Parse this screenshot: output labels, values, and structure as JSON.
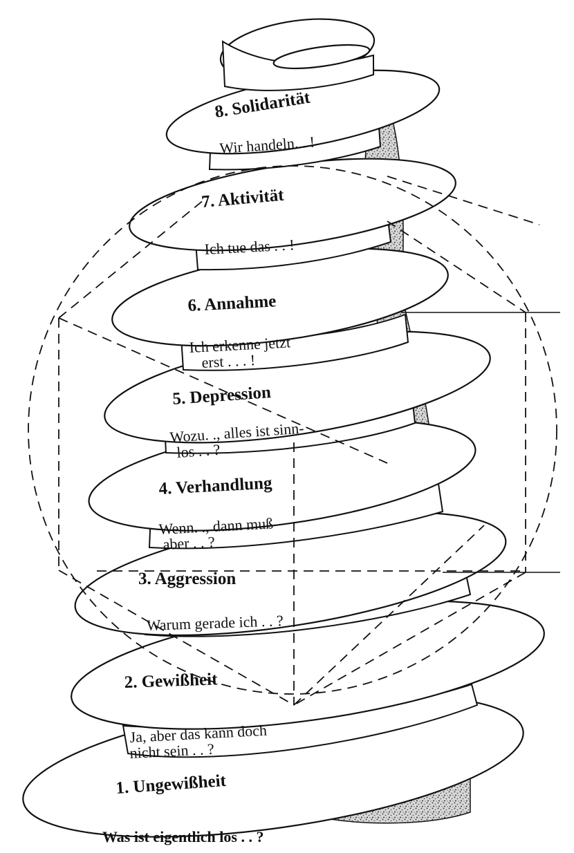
{
  "stages": [
    {
      "number": "1.",
      "name": "Ungewißheit",
      "phrase": [
        "Was ist eigentlich los . . ?"
      ]
    },
    {
      "number": "2.",
      "name": "Gewißheit",
      "phrase": [
        "Ja, aber das kann doch",
        "nicht sein . . ?"
      ]
    },
    {
      "number": "3.",
      "name": "Aggression",
      "phrase": [
        "Warum gerade ich . . ?"
      ]
    },
    {
      "number": "4.",
      "name": "Verhandlung",
      "phrase": [
        "Wenn. ., dann muß",
        "aber . . ?"
      ]
    },
    {
      "number": "5.",
      "name": "Depression",
      "phrase": [
        "Wozu. ., alles ist sinn-",
        "los . . ?"
      ]
    },
    {
      "number": "6.",
      "name": "Annahme",
      "phrase": [
        "Ich erkenne jetzt",
        "erst . . . !"
      ]
    },
    {
      "number": "7.",
      "name": "Aktivität",
      "phrase": [
        "Ich tue das . . !"
      ]
    },
    {
      "number": "8.",
      "name": "Solidarität",
      "phrase": [
        "Wir handeln. . !"
      ]
    }
  ],
  "colors": {
    "ink": "#111111",
    "paper": "#ffffff",
    "stipple": "#777777"
  }
}
